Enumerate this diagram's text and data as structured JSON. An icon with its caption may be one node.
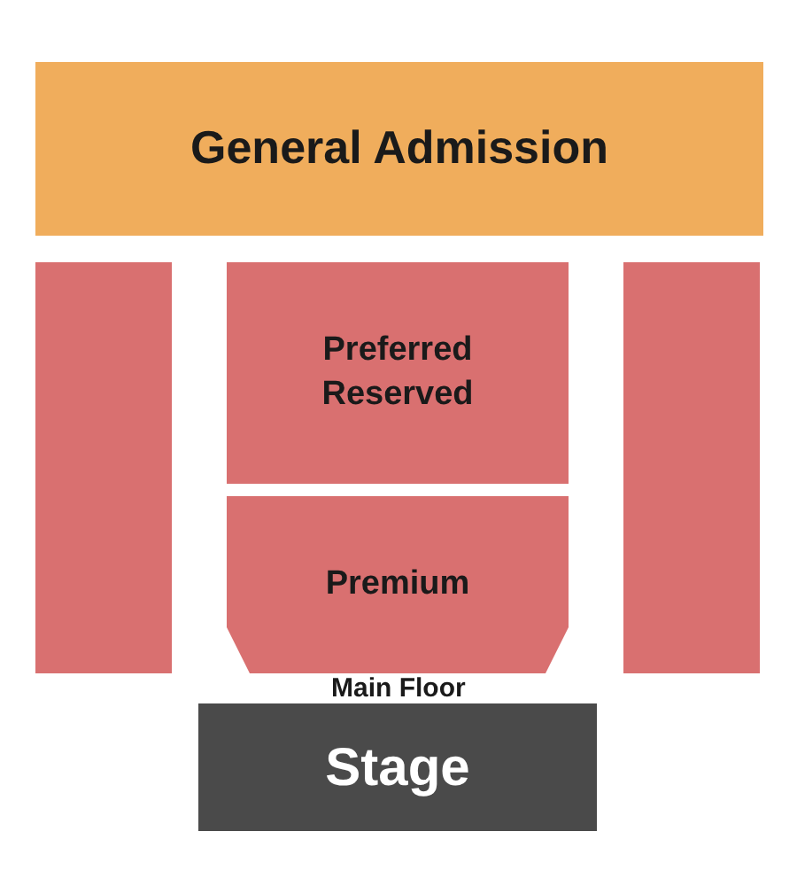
{
  "diagram": {
    "nodes": [
      {
        "text": [
          "General Admission"
        ]
      },
      {
        "text": [],
        "shape": "box"
      },
      {
        "text": [
          "Preferred Reserved"
        ]
      },
      {
        "text": [],
        "shape": "box"
      },
      {
        "text": [
          "Premium"
        ]
      },
      {
        "text": [
          "Stage"
        ]
      }
    ],
    "edges": [],
    "labels": [
      "Main Floor"
    ]
  }
}
